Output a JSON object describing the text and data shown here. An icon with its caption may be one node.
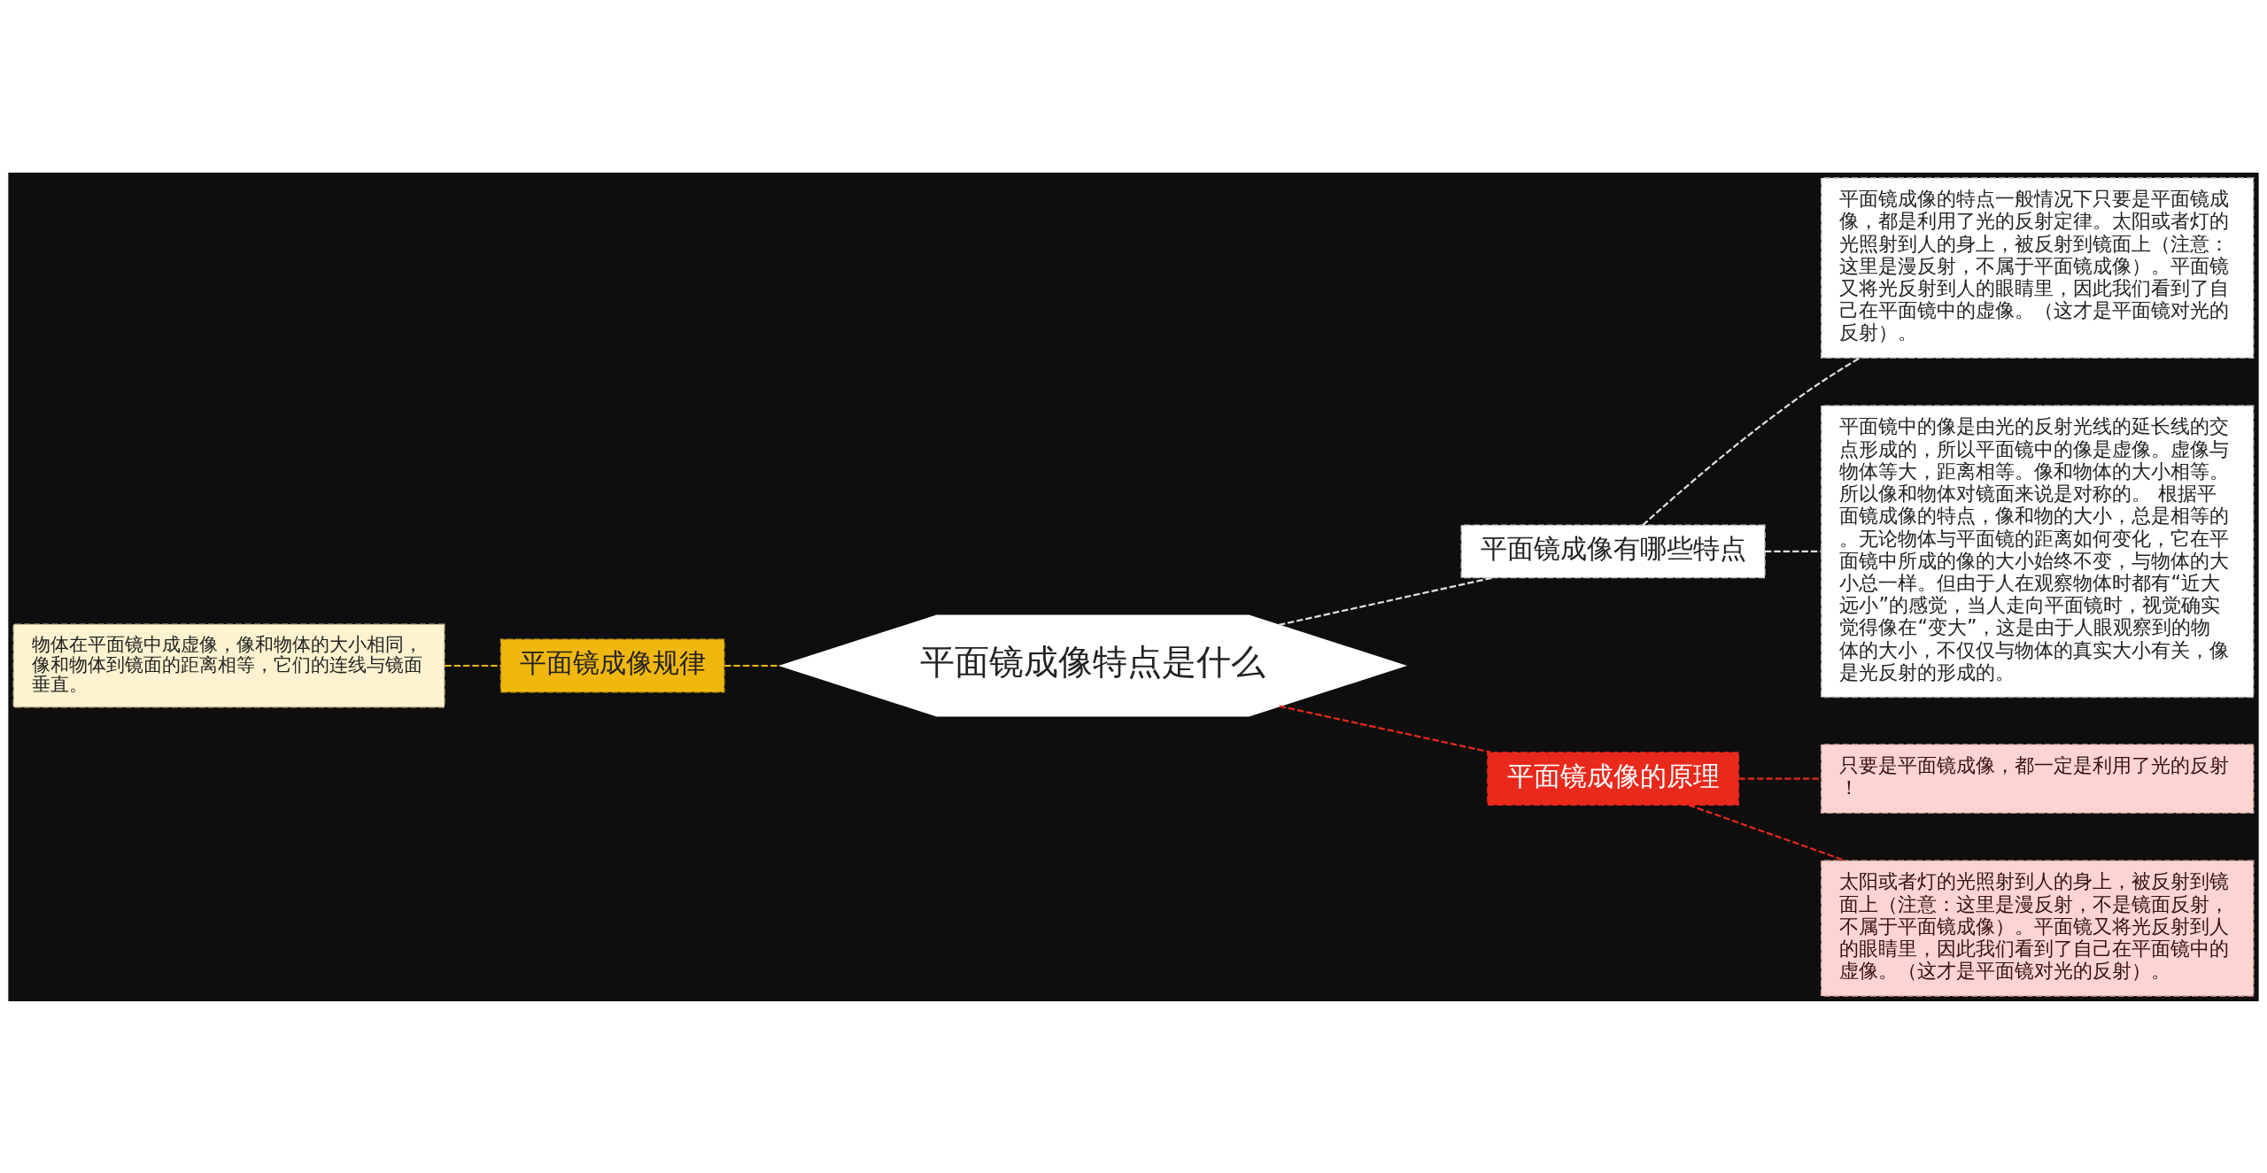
{
  "diagram": {
    "nodes": [
      {
        "text": [
          "物体在平面镜中成虚像，像和物体的大小相同，像和物体到镜面的距离相等，它们的连线与镜面垂直。"
        ]
      },
      {
        "text": [
          "平面镜成像规律"
        ]
      },
      {
        "text": [
          "平面镜成像特点是什么"
        ]
      },
      {
        "text": [
          "平面镜成像有哪些特点"
        ]
      },
      {
        "text": [
          "平面镜成像的特点一般情况下只要是平面镜成像，都是利用了光的反射定律。太阳或者灯的光照射到人的身上，被反射到镜面上（注意：这里是漫反射，不属于平面镜成像）。平面镜又将光反射到人的眼睛里，因此我们看到了自己在平面镜中的虚像。（这才是平面镜对光的反射）。"
        ]
      },
      {
        "text": [
          "平面镜中的像是由光的反射光线的延长线的交点形成的，所以平面镜中的像是虚像。虚像与物体等大，距离相等。像和物体的大小相等。所以像和物体对镜面来说是对称的。 根据平面镜成像的特点，像和物的大小，总是相等的。无论物体与平面镜的距离如何变化，它在平面镜中所成的像的大小始终不变，与物体的大小总一样。但由于人在观察物体时都有“近大远小”的感觉，当人走向平面镜时，视觉确实觉得像在“变大”，这是由于人眼观察到的物体的大小，不仅仅与物体的真实大小有关，像是光反射的形成的。"
        ]
      },
      {
        "text": [
          "平面镜成像的原理"
        ]
      },
      {
        "text": [
          "只要是平面镜成像，都一定是利用了光的反射！"
        ]
      },
      {
        "text": [
          "太阳或者灯的光照射到人的身上，被反射到镜面上（注意：这里是漫反射，不是镜面反射，不属于平面镜成像）。平面镜又将光反射到人的眼睛里，因此我们看到了自己在平面镜中的虚像。（这才是平面镜对光的反射）。"
        ]
      }
    ],
    "edges": [
      {
        "from": 0,
        "to": 1,
        "arrow": "none",
        "style": "dashed",
        "color": "#f0b80f"
      },
      {
        "from": 1,
        "to": 2,
        "arrow": "none",
        "style": "dashed",
        "color": "#f0b80f"
      },
      {
        "from": 2,
        "to": 3,
        "arrow": "none",
        "style": "dashed",
        "color": "#e0e0e0"
      },
      {
        "from": 3,
        "to": 4,
        "arrow": "none",
        "style": "dashed",
        "color": "#e0e0e0"
      },
      {
        "from": 3,
        "to": 5,
        "arrow": "none",
        "style": "dashed",
        "color": "#e0e0e0"
      },
      {
        "from": 2,
        "to": 6,
        "arrow": "none",
        "style": "dashed",
        "color": "#e8291c"
      },
      {
        "from": 6,
        "to": 7,
        "arrow": "none",
        "style": "dashed",
        "color": "#e8291c"
      },
      {
        "from": 6,
        "to": 8,
        "arrow": "none",
        "style": "dashed",
        "color": "#e8291c"
      }
    ]
  }
}
